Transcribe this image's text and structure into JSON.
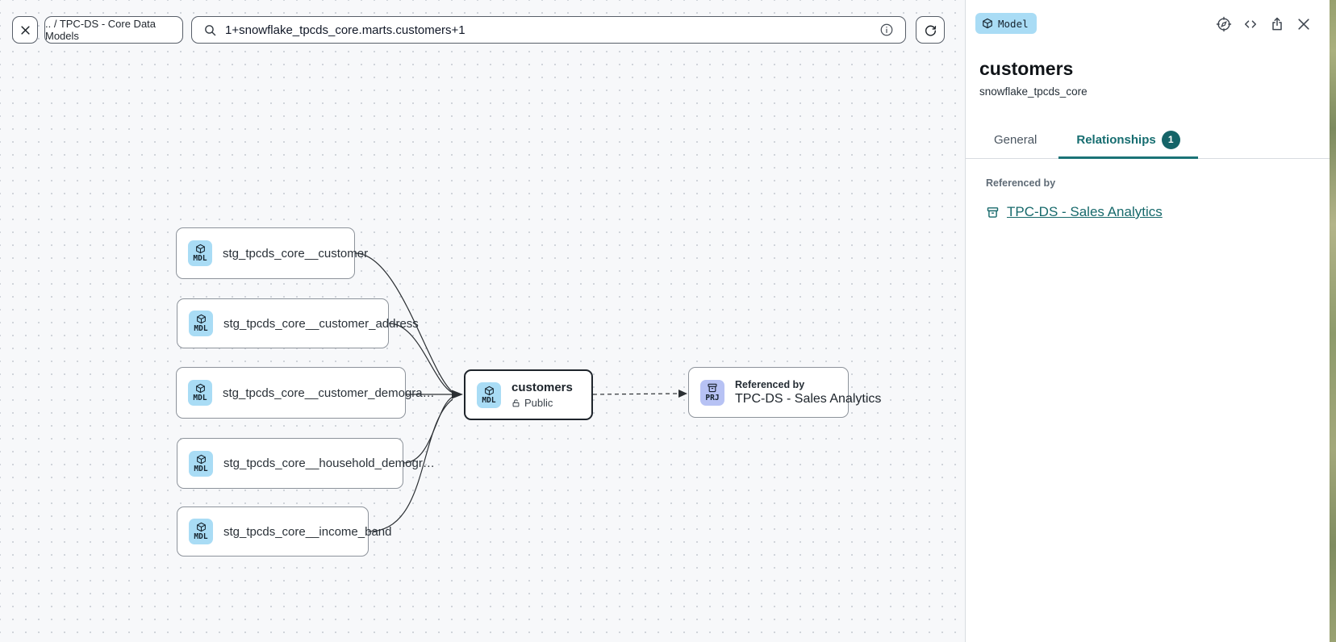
{
  "toolbar": {
    "breadcrumb": ".. / TPC-DS - Core Data Models",
    "search_value": "1+snowflake_tpcds_core.marts.customers+1"
  },
  "side_panel": {
    "type_badge": "Model",
    "title": "customers",
    "subtitle": "snowflake_tpcds_core",
    "tabs": {
      "general": "General",
      "relationships": "Relationships",
      "relationships_count": "1"
    },
    "referenced_by_label": "Referenced by",
    "referenced_by_link": "TPC-DS - Sales Analytics"
  },
  "graph": {
    "upstream_nodes": [
      {
        "badge": "MDL",
        "label": "stg_tpcds_core__customer"
      },
      {
        "badge": "MDL",
        "label": "stg_tpcds_core__customer_address"
      },
      {
        "badge": "MDL",
        "label": "stg_tpcds_core__customer_demogra…"
      },
      {
        "badge": "MDL",
        "label": "stg_tpcds_core__household_demogr…"
      },
      {
        "badge": "MDL",
        "label": "stg_tpcds_core__income_band"
      }
    ],
    "selected_node": {
      "badge": "MDL",
      "title": "customers",
      "access": "Public"
    },
    "downstream_node": {
      "badge": "PRJ",
      "caption": "Referenced by",
      "title": "TPC-DS - Sales Analytics"
    }
  },
  "colors": {
    "accent_teal": "#166d70",
    "count_badge_bg": "#156468",
    "model_tile_bg": "#a9dcf5",
    "project_tile_bg": "#b7c2f4",
    "canvas_bg": "#f7f8fa"
  }
}
